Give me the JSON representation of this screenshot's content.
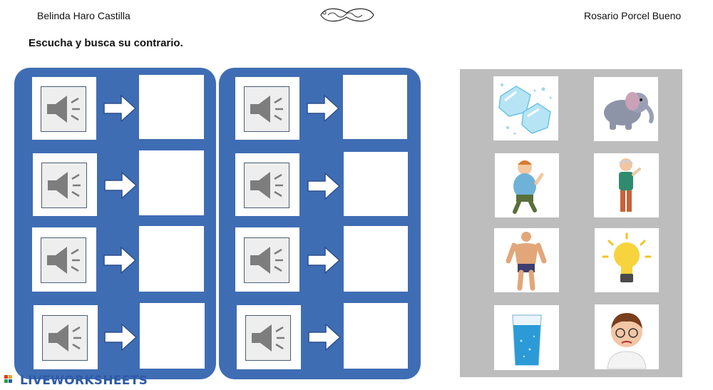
{
  "header": {
    "author_left": "Belinda Haro Castilla",
    "author_right": "Rosario Porcel Bueno",
    "instruction": "Escucha y busca su contrario."
  },
  "left_panel": {
    "rows": 4
  },
  "middle_panel": {
    "rows": 4
  },
  "image_bank": {
    "cards": [
      {
        "icon": "ice-cubes-icon"
      },
      {
        "icon": "elephant-icon"
      },
      {
        "icon": "chubby-boy-icon"
      },
      {
        "icon": "old-man-icon"
      },
      {
        "icon": "muscular-man-icon"
      },
      {
        "icon": "light-bulb-icon"
      },
      {
        "icon": "water-glass-icon"
      },
      {
        "icon": "sad-boy-icon"
      }
    ]
  },
  "footer": {
    "brand": "LIVEWORKSHEETS"
  },
  "colors": {
    "panel": "#3f6db4",
    "bank": "#bdbdbd",
    "brand": "#2e5aa7"
  }
}
